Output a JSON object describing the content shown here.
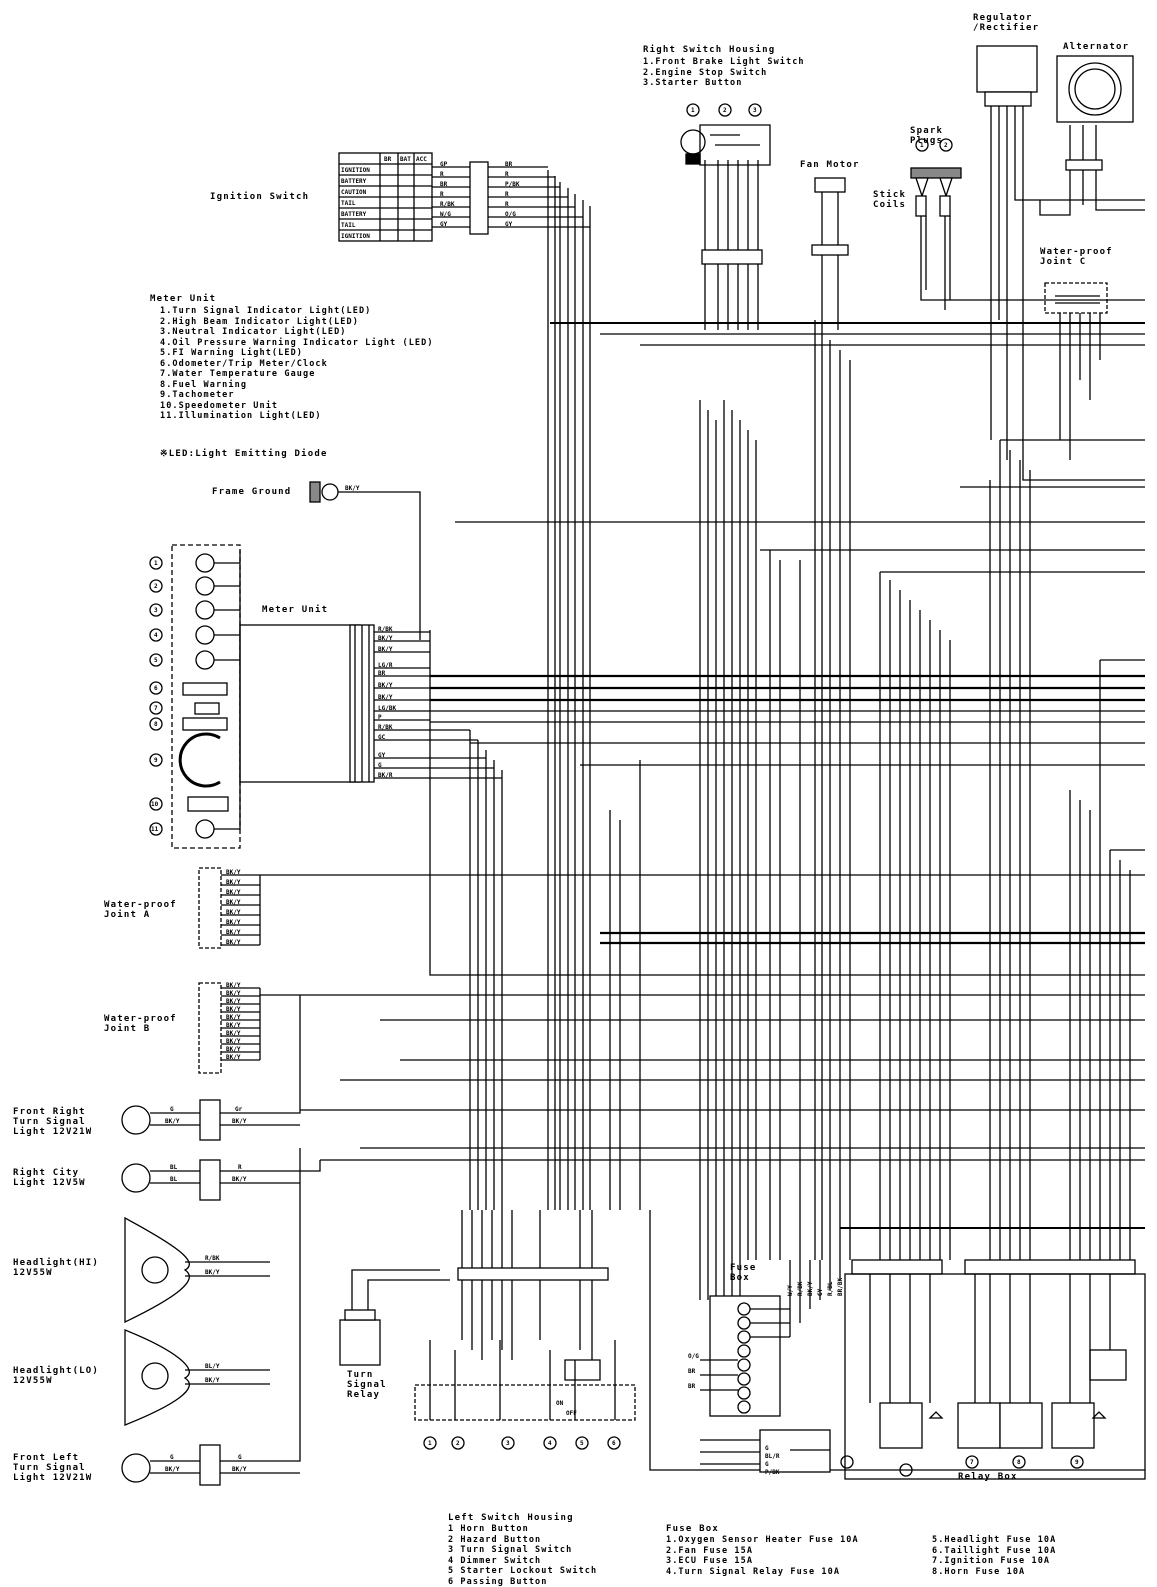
{
  "components": {
    "regulator": "Regulator\n/Rectifier",
    "alternator": "Alternator",
    "spark_plugs": "Spark\nPlugs",
    "stick_coils": "Stick\nCoils",
    "fan_motor": "Fan Motor",
    "ignition_switch": "Ignition Switch",
    "frame_ground": "Frame Ground",
    "meter_unit_box": "Meter Unit",
    "water_proof_joint_a": "Water-proof\nJoint A",
    "water_proof_joint_b": "Water-proof\nJoint B",
    "water_proof_joint_c": "Water-proof\nJoint C",
    "front_right_turn": "Front Right\nTurn Signal\nLight 12V21W",
    "right_city": "Right City\nLight 12V5W",
    "headlight_hi": "Headlight(HI)\n12V55W",
    "headlight_lo": "Headlight(LO)\n12V55W",
    "front_left_turn": "Front Left\nTurn Signal\nLight 12V21W",
    "turn_signal_relay": "Turn\nSignal\nRelay",
    "fuse_box": "Fuse\nBox",
    "relay_box": "Relay Box"
  },
  "right_switch_housing": {
    "title": "Right Switch Housing",
    "items": [
      "1.Front Brake Light Switch",
      "2.Engine Stop Switch",
      "3.Starter Button"
    ]
  },
  "meter_unit_legend": {
    "title": "Meter Unit",
    "items": [
      "1.Turn Signal Indicator Light(LED)",
      "2.High Beam Indicator Light(LED)",
      "3.Neutral Indicator Light(LED)",
      "4.Oil Pressure Warning Indicator Light (LED)",
      "5.FI Warning Light(LED)",
      "6.Odometer/Trip Meter/Clock",
      "7.Water Temperature Gauge",
      "8.Fuel Warning",
      "9.Tachometer",
      "10.Speedometer Unit",
      "11.Illumination Light(LED)"
    ],
    "note": "※LED:Light Emitting Diode"
  },
  "left_switch_housing": {
    "title": "Left Switch Housing",
    "items": [
      "1 Horn Button",
      "2 Hazard Button",
      "3 Turn Signal Switch",
      "4 Dimmer Switch",
      "5 Starter Lockout Switch",
      "6 Passing Button"
    ]
  },
  "fuse_box_legend": {
    "title": "Fuse Box",
    "col1": [
      "1.Oxygen Sensor Heater Fuse 10A",
      "2.Fan Fuse 15A",
      "3.ECU Fuse 15A",
      "4.Turn Signal Relay Fuse 10A"
    ],
    "col2": [
      "5.Headlight Fuse 10A",
      "6.Taillight Fuse 10A",
      "7.Ignition Fuse 10A",
      "8.Horn Fuse 10A"
    ]
  },
  "ignition_table": {
    "header": [
      "",
      "BR",
      "BAT",
      "ACC"
    ],
    "rows": [
      "IGNITION",
      "BATTERY",
      "CAUTION",
      "TAIL",
      "BATTERY",
      "TAIL",
      "IGNITION"
    ]
  },
  "meter_pins": [
    "R/BK",
    "BK/Y",
    "BK/Y",
    "LG/R",
    "BR",
    "BK/Y",
    "BK/Y",
    "LG/BK",
    "P",
    "R/BK",
    "GC",
    "GY",
    "G",
    "BK/R"
  ],
  "joint_a_pins": [
    "BK/Y",
    "BK/Y",
    "BK/Y",
    "BK/Y",
    "BK/Y",
    "BK/Y",
    "BK/Y",
    "BK/Y"
  ],
  "joint_b_pins": [
    "BK/Y",
    "BK/Y",
    "BK/Y",
    "BK/Y",
    "BK/Y",
    "BK/Y",
    "BK/Y",
    "BK/Y",
    "BK/Y",
    "BK/Y"
  ],
  "ignition_pins_left": [
    "GP",
    "R",
    "BR",
    "R",
    "R/BK",
    "W/G",
    "GY"
  ],
  "ignition_pins_right": [
    "BR",
    "R",
    "P/BK",
    "R",
    "R",
    "O/G",
    "GY"
  ],
  "frame_ground_wire": "BK/Y",
  "turn_wires": {
    "fr_in": [
      "G",
      "BK/Y"
    ],
    "fr_out": [
      "Gr",
      "BK/Y"
    ],
    "city_in": [
      "BL",
      "BL"
    ],
    "city_out": [
      "R",
      "BK/Y"
    ],
    "fl_in": [
      "G",
      "BK/Y"
    ],
    "fl_out": [
      "G",
      "BK/Y"
    ]
  },
  "headlight_wires": {
    "hi": [
      "R/BK",
      "BK/Y"
    ],
    "lo": [
      "BL/Y",
      "BK/Y"
    ]
  },
  "switch_positions": {
    "on": "ON",
    "off": "OFF"
  },
  "callouts": [
    "1",
    "2",
    "3",
    "4",
    "5",
    "6",
    "7",
    "8",
    "9",
    "10",
    "11"
  ],
  "relay_numbers": [
    "7",
    "8",
    "9"
  ],
  "fuse_pins": [
    "O/G",
    "BR",
    "BR"
  ],
  "fuse_right_pins": [
    "W/Y",
    "R/BK",
    "BK/Y",
    "GY",
    "R/BL",
    "BR/BK"
  ],
  "relay_pins": [
    "G",
    "BL/R",
    "G",
    "P/BK"
  ]
}
